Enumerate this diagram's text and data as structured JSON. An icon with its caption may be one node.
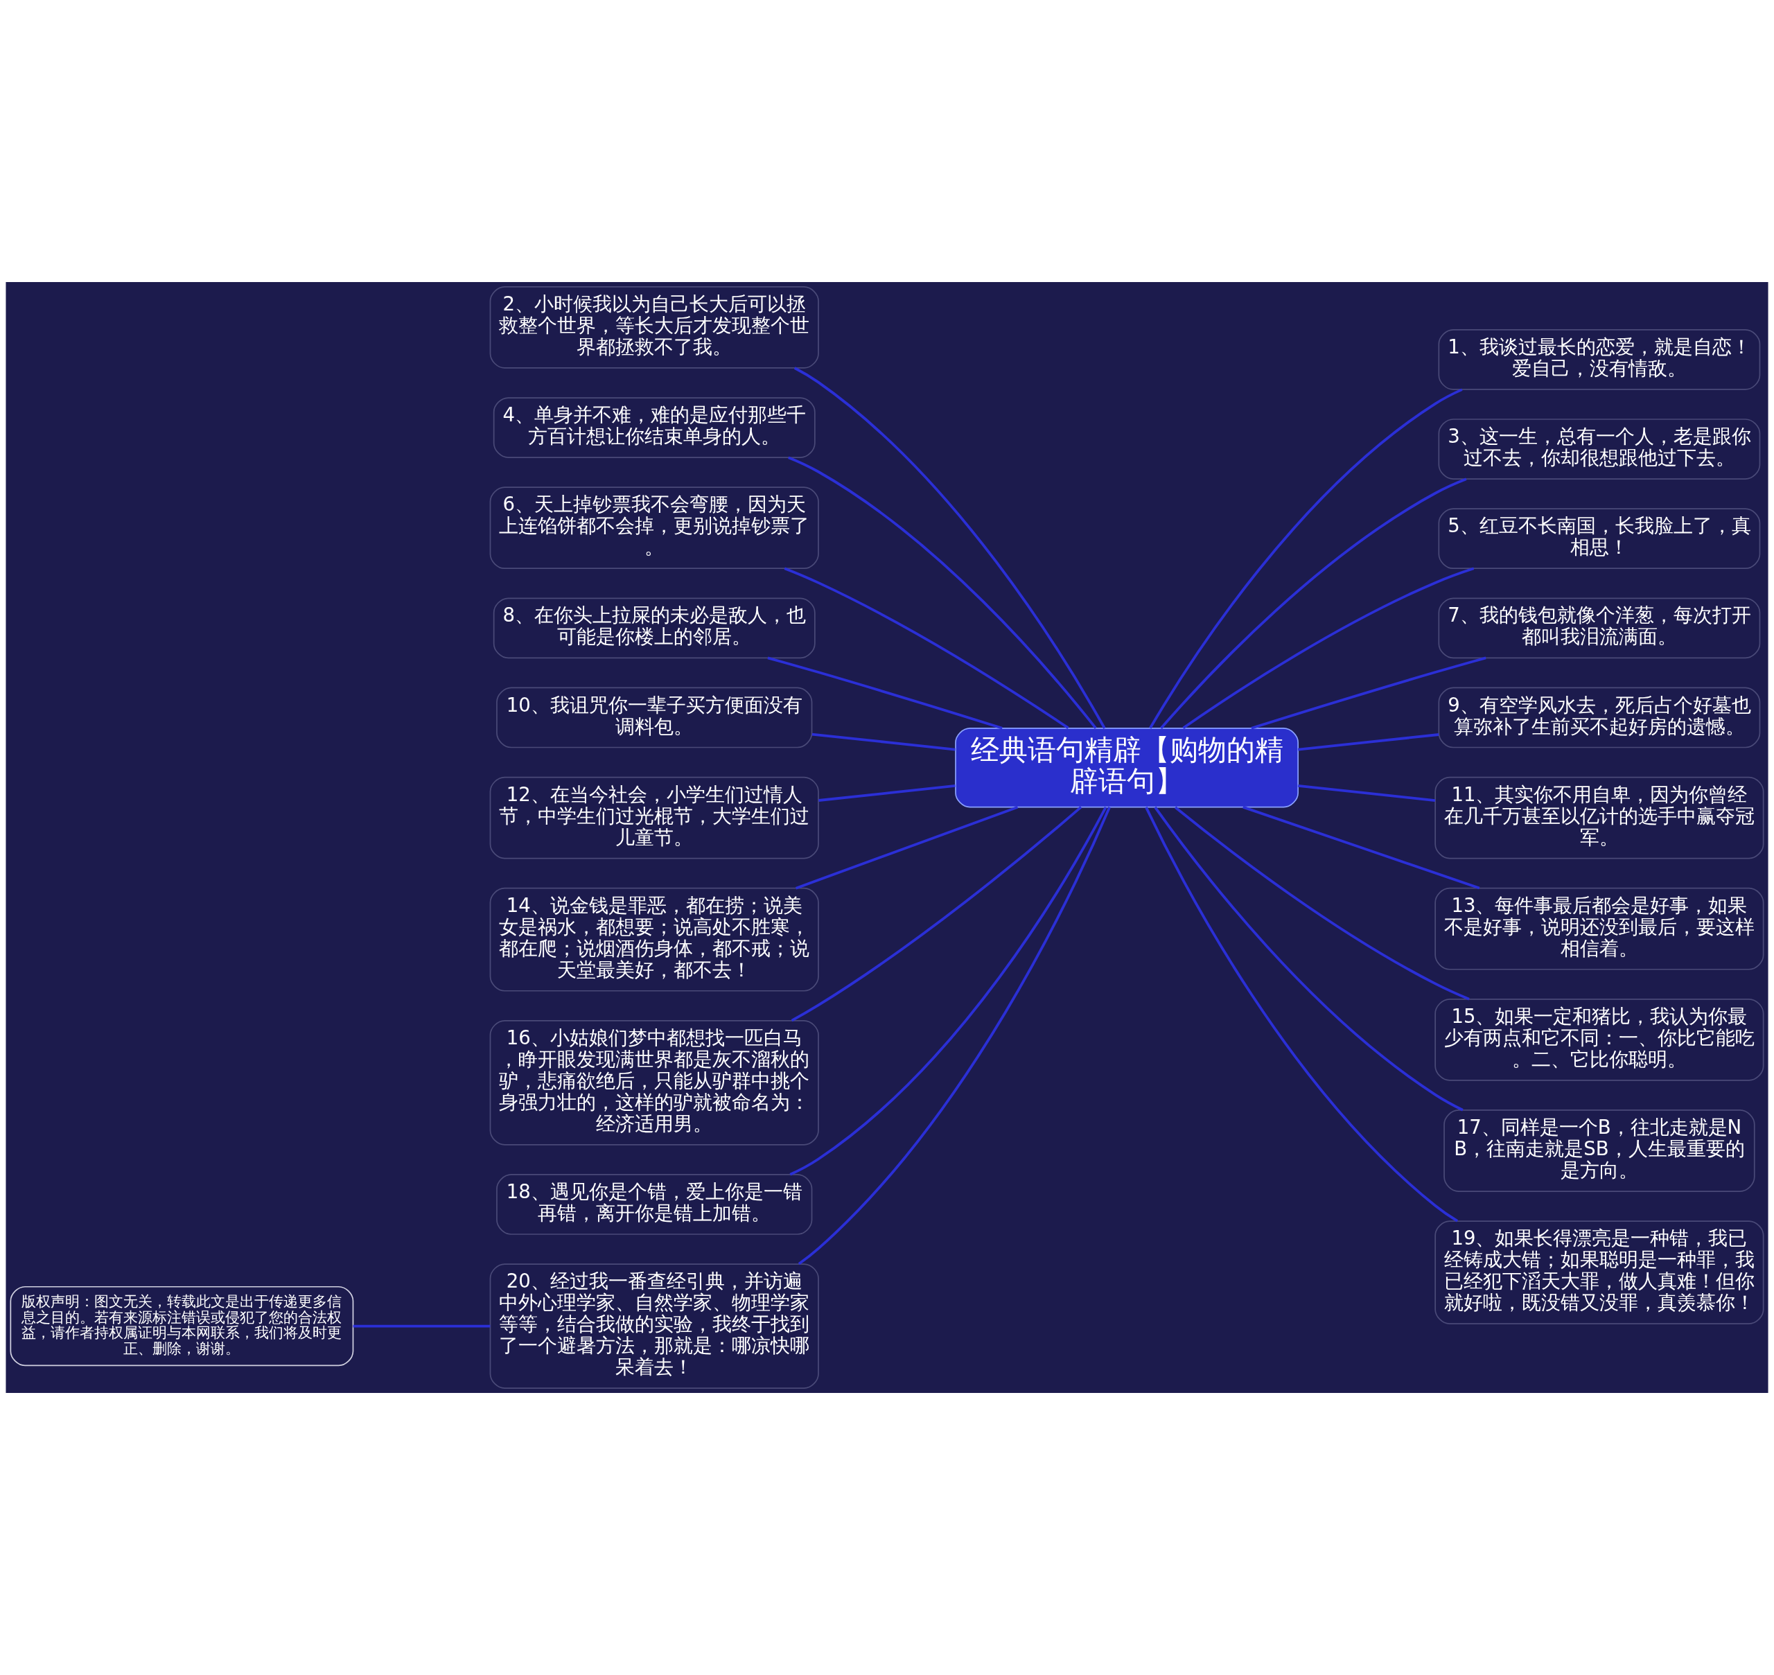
{
  "diagram": {
    "nodes": [
      {
        "text": [
          "经典语句精辟【购物的精辟语句】"
        ]
      },
      {
        "text": [
          "1、我谈过最长的恋爱，就是自恋！爱自己，没有情敌。"
        ]
      },
      {
        "text": [
          "2、小时候我以为自己长大后可以拯救整个世界，等长大后才发现整个世界都拯救不了我。"
        ]
      },
      {
        "text": [
          "3、这一生，总有一个人，老是跟你过不去，你却很想跟他过下去。"
        ]
      },
      {
        "text": [
          "4、单身并不难，难的是应付那些千方百计想让你结束单身的人。"
        ]
      },
      {
        "text": [
          "5、红豆不长南国，长我脸上了，真相思！"
        ]
      },
      {
        "text": [
          "6、天上掉钞票我不会弯腰，因为天上连馅饼都不会掉，更别说掉钞票了。"
        ]
      },
      {
        "text": [
          "7、我的钱包就像个洋葱，每次打开都叫我泪流满面。"
        ]
      },
      {
        "text": [
          "8、在你头上拉屎的未必是敌人，也可能是你楼上的邻居。"
        ]
      },
      {
        "text": [
          "9、有空学风水去，死后占个好墓也算弥补了生前买不起好房的遗憾。"
        ]
      },
      {
        "text": [
          "10、我诅咒你一辈子买方便面没有调料包。"
        ]
      },
      {
        "text": [
          "11、其实你不用自卑，因为你曾经在几千万甚至以亿计的选手中赢夺冠军。"
        ]
      },
      {
        "text": [
          "12、在当今社会，小学生们过情人节，中学生们过光棍节，大学生们过儿童节。"
        ]
      },
      {
        "text": [
          "13、每件事最后都会是好事，如果不是好事，说明还没到最后，要这样相信着。"
        ]
      },
      {
        "text": [
          "14、说金钱是罪恶，都在捞；说美女是祸水，都想要；说高处不胜寒，都在爬；说烟酒伤身体，都不戒；说天堂最美好，都不去！"
        ]
      },
      {
        "text": [
          "15、如果一定和猪比，我认为你最少有两点和它不同：一、你比它能吃。二、它比你聪明。"
        ]
      },
      {
        "text": [
          "16、小姑娘们梦中都想找一匹白马，睁开眼发现满世界都是灰不溜秋的驴，悲痛欲绝后，只能从驴群中挑个身强力壮的，这样的驴就被命名为：经济适用男。"
        ]
      },
      {
        "text": [
          "17、同样是一个B，往北走就是NB，往南走就是SB，人生最重要的是方向。"
        ]
      },
      {
        "text": [
          "18、遇见你是个错，爱上你是一错再错，离开你是错上加错。"
        ]
      },
      {
        "text": [
          "19、如果长得漂亮是一种错，我已经铸成大错；如果聪明是一种罪，我已经犯下滔天大罪，做人真难！但你就好啦，既没错又没罪，真羡慕你！"
        ]
      },
      {
        "text": [
          "20、经过我一番查经引典，并访遍中外心理学家、自然学家、物理学家等等，结合我做的实验，我终于找到了一个避暑方法，那就是：哪凉快哪呆着去！"
        ]
      },
      {
        "text": [
          "版权声明：图文无关，转载此文是出于传递更多信息之目的。若有来源标注错误或侵犯了您的合法权益，请作者持权属证明与本网联系，我们将及时更正、删除，谢谢。"
        ]
      }
    ],
    "edges": [
      {
        "from": 0,
        "to": 1,
        "arrow": "none"
      },
      {
        "from": 0,
        "to": 2,
        "arrow": "none"
      },
      {
        "from": 0,
        "to": 3,
        "arrow": "none"
      },
      {
        "from": 0,
        "to": 4,
        "arrow": "none"
      },
      {
        "from": 0,
        "to": 5,
        "arrow": "none"
      },
      {
        "from": 0,
        "to": 6,
        "arrow": "none"
      },
      {
        "from": 0,
        "to": 7,
        "arrow": "none"
      },
      {
        "from": 0,
        "to": 8,
        "arrow": "none"
      },
      {
        "from": 0,
        "to": 9,
        "arrow": "none"
      },
      {
        "from": 0,
        "to": 10,
        "arrow": "none"
      },
      {
        "from": 0,
        "to": 11,
        "arrow": "none"
      },
      {
        "from": 0,
        "to": 12,
        "arrow": "none"
      },
      {
        "from": 0,
        "to": 13,
        "arrow": "none"
      },
      {
        "from": 0,
        "to": 14,
        "arrow": "none"
      },
      {
        "from": 0,
        "to": 15,
        "arrow": "none"
      },
      {
        "from": 0,
        "to": 16,
        "arrow": "none"
      },
      {
        "from": 0,
        "to": 17,
        "arrow": "none"
      },
      {
        "from": 0,
        "to": 18,
        "arrow": "none"
      },
      {
        "from": 0,
        "to": 19,
        "arrow": "none"
      },
      {
        "from": 0,
        "to": 20,
        "arrow": "none"
      },
      {
        "from": 20,
        "to": 21,
        "arrow": "none"
      }
    ]
  }
}
